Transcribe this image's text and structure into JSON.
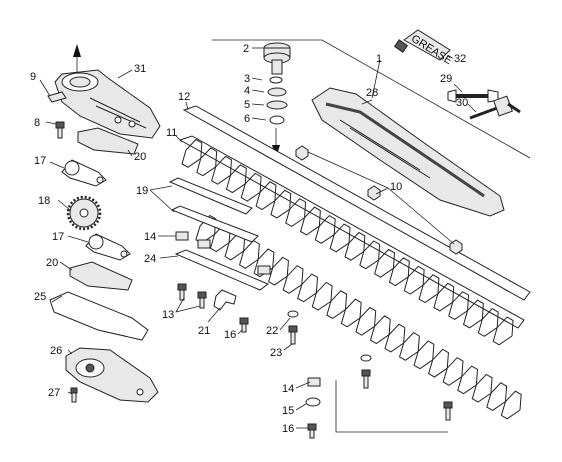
{
  "labels": {
    "l1": "1",
    "l2": "2",
    "l3": "3",
    "l4": "4",
    "l5": "5",
    "l6": "6",
    "l8": "8",
    "l9": "9",
    "l10": "10",
    "l11": "11",
    "l12": "12",
    "l13": "13",
    "l14a": "14",
    "l14b": "14",
    "l15": "15",
    "l16a": "16",
    "l16b": "16",
    "l17a": "17",
    "l17b": "17",
    "l18": "18",
    "l19": "19",
    "l20a": "20",
    "l20b": "20",
    "l21": "21",
    "l22": "22",
    "l23": "23",
    "l24": "24",
    "l25": "25",
    "l26": "26",
    "l27": "27",
    "l28": "28",
    "l29": "29",
    "l30": "30",
    "l31": "31",
    "l32": "32"
  },
  "grease_text": "GREASE"
}
